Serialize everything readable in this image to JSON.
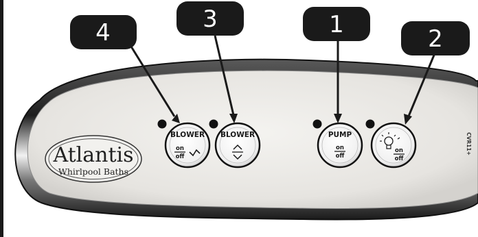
{
  "callouts": {
    "c1": "1",
    "c2": "2",
    "c3": "3",
    "c4": "4"
  },
  "logo": {
    "name": "Atlantis",
    "subtitle": "Whirlpool Baths"
  },
  "buttons": {
    "blower_left": {
      "label": "BLOWER",
      "on": "on",
      "off": "off"
    },
    "blower_right": {
      "label": "BLOWER"
    },
    "pump": {
      "label": "PUMP",
      "on": "on",
      "off": "off"
    },
    "light": {
      "on": "on",
      "off": "off"
    }
  },
  "model_code": "CVR11+",
  "colors": {
    "callout_fill": "#1a1a1a",
    "indicator_led": "#111111",
    "panel_face": "#eceae6",
    "bezel": "#3a3a3a"
  }
}
